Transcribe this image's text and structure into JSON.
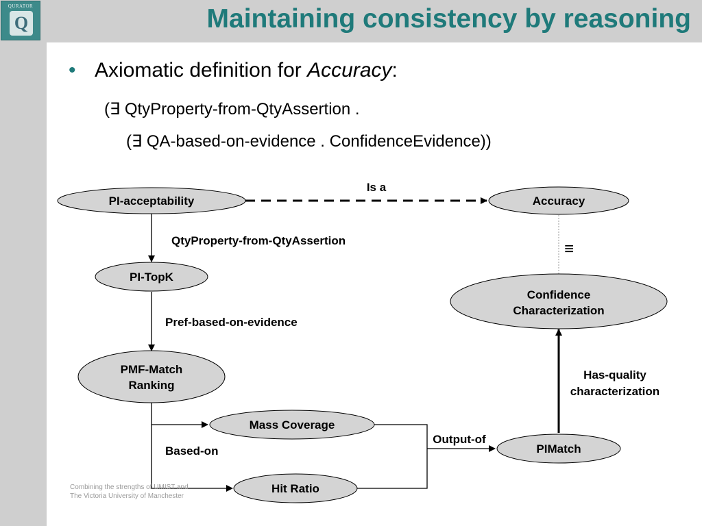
{
  "slide": {
    "title": "Maintaining consistency by reasoning",
    "logo": {
      "label": "QURATOR",
      "glyph": "Q"
    },
    "bullet": {
      "prefix": "Axiomatic definition for ",
      "emphasis": "Accuracy",
      "suffix": ":"
    },
    "definition_line1": "(∃ QtyProperty-from-QtyAssertion .",
    "definition_line2": "(∃  QA-based-on-evidence . ConfidenceEvidence))",
    "footer_line1": "Combining the strengths of UMIST and",
    "footer_line2": "The Victoria University of Manchester"
  },
  "diagram": {
    "nodes": {
      "pi_acceptability": "PI-acceptability",
      "accuracy": "Accuracy",
      "pi_topk": "PI-TopK",
      "confidence_line1": "Confidence",
      "confidence_line2": "Characterization",
      "pmf_line1": "PMF-Match",
      "pmf_line2": "Ranking",
      "mass_coverage": "Mass Coverage",
      "hit_ratio": "Hit Ratio",
      "pimatch": "PIMatch"
    },
    "edges": {
      "is_a": "Is a",
      "qty_property": "QtyProperty-from-QtyAssertion",
      "equivalence": "≡",
      "pref_based": "Pref-based-on-evidence",
      "has_quality_line1": "Has-quality",
      "has_quality_line2": "characterization",
      "output_of": "Output-of",
      "based_on": "Based-on"
    }
  }
}
